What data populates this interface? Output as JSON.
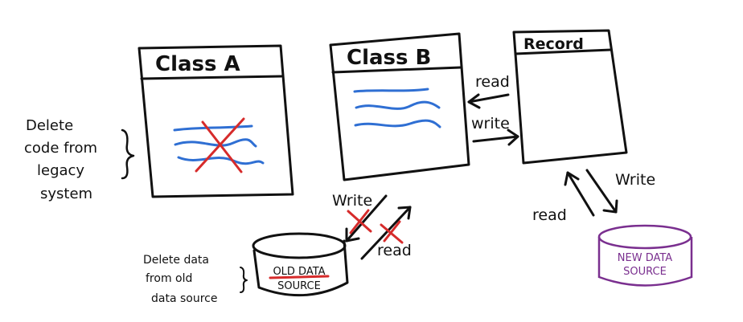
{
  "nodes": {
    "class_a": {
      "title": "Class A"
    },
    "class_b": {
      "title": "Class B"
    },
    "record": {
      "title": "Record"
    },
    "old_db": {
      "line1": "OLD DATA",
      "line2": "SOURCE"
    },
    "new_db": {
      "line1": "NEW DATA",
      "line2": "SOURCE"
    }
  },
  "edges": {
    "b_read": "read",
    "b_write": "write",
    "record_write": "Write",
    "record_read": "read",
    "old_write": "Write",
    "old_read": "read"
  },
  "notes": {
    "legacy": [
      "Delete",
      "code from",
      "legacy",
      "system"
    ],
    "data": [
      "Delete data",
      "from old",
      "data source"
    ]
  },
  "colors": {
    "ink": "#111111",
    "text_lines": "#2f6fd3",
    "cross_out": "#d62b2b",
    "new_source": "#7a2f8f"
  }
}
